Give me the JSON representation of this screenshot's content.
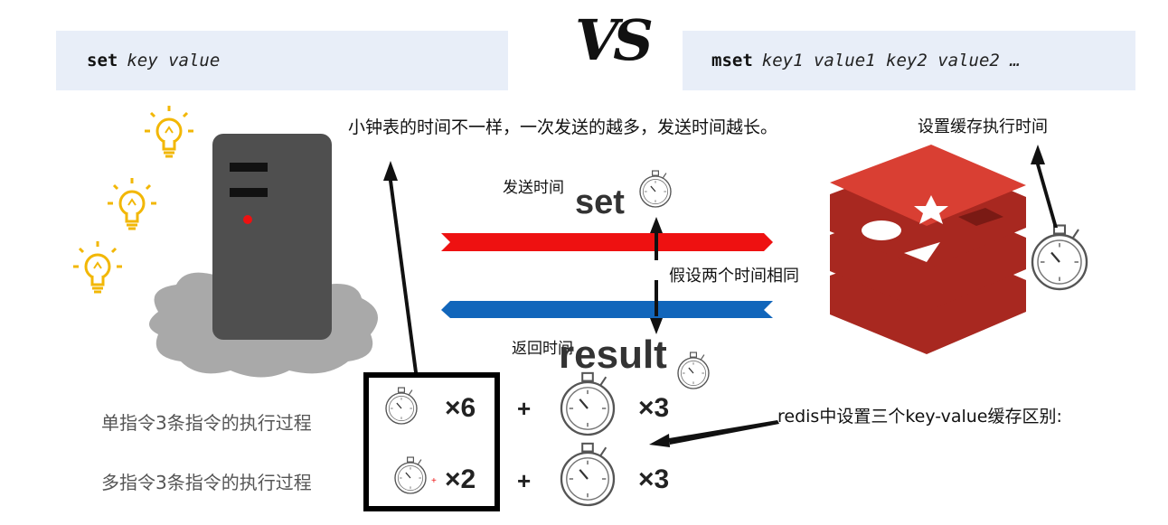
{
  "commands": {
    "single": {
      "keyword": "set",
      "args": "key value"
    },
    "multi": {
      "keyword": "mset",
      "args": "key1 value1 key2 value2 …"
    },
    "versus": "VS"
  },
  "annotations": {
    "clock_note": "小钟表的时间不一样，一次发送的越多，发送时间越长。",
    "cache_exec_time": "设置缓存执行时间",
    "send_time": "发送时间",
    "assume_equal": "假设两个时间相同",
    "return_time": "返回时间",
    "difference": "redis中设置三个key-value缓存区别:"
  },
  "labels": {
    "set": "set",
    "result": "result"
  },
  "rows": [
    {
      "label": "单指令3条指令的执行过程",
      "send_count": "×6",
      "exec_count": "×3"
    },
    {
      "label": "多指令3条指令的执行过程",
      "send_count": "×2",
      "exec_count": "×3"
    }
  ],
  "plus": "+",
  "colors": {
    "send_arrow": "#ee1111",
    "return_arrow": "#1166bb",
    "redis": "#d23a2e",
    "bulb": "#f2b705"
  }
}
